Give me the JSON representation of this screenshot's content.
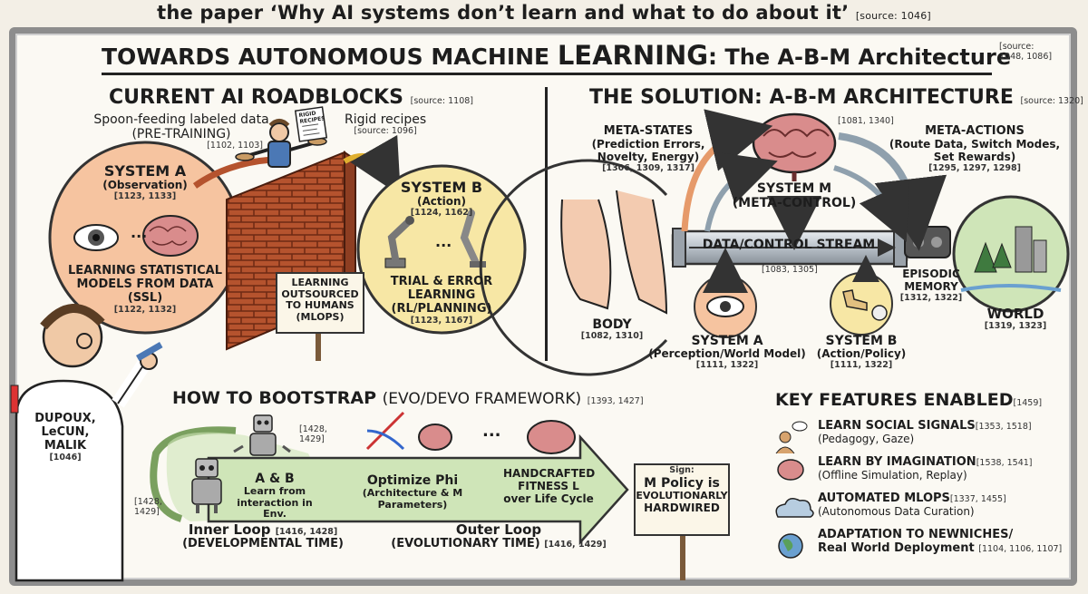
{
  "caption": {
    "text": "the paper ‘Why AI systems don’t learn and what to do about it’",
    "source": "[source: 1046]"
  },
  "title": {
    "prefix": "TOWARDS AUTONOMOUS MACHINE ",
    "emph": "LEARNING",
    "colon": ":",
    "sub": " The A-B-M Architecture",
    "source_a": "[source:",
    "source_b": "1048, 1086]"
  },
  "left": {
    "heading": "CURRENT AI ROADBLOCKS",
    "heading_src": "[source: 1108]",
    "spoon": "Spoon-feeding labeled data",
    "pretraining": "(PRE-TRAINING)",
    "spoon_cite": "[1102, 1103]",
    "rigid": "Rigid recipes",
    "rigid_src": "[source: 1096]",
    "recipe_card": "RIGID RECIPES",
    "sysA": {
      "title": "SYSTEM A",
      "sub": "(Observation)",
      "cite": "[1123, 1133]",
      "ellipsis": "...",
      "body1": "LEARNING STATISTICAL",
      "body2": "MODELS FROM DATA",
      "body3": "(SSL)",
      "cite2": "[1122, 1132]"
    },
    "sysB": {
      "title": "SYSTEM B",
      "sub": "(Action)",
      "cite": "[1124, 1162]",
      "ellipsis": "...",
      "body1": "TRIAL & ERROR",
      "body2": "LEARNING",
      "body3": "(RL/PLANNING)",
      "cite2": "[1123, 1167]"
    },
    "sign": [
      "LEARNING",
      "OUTSOURCED",
      "TO HUMANS",
      "(MLOPS)"
    ],
    "authors": [
      "DUPOUX,",
      "LeCUN,",
      "MALIK",
      "[1046]"
    ]
  },
  "right": {
    "heading": "THE SOLUTION: A-B-M ARCHITECTURE",
    "heading_src": "[source: 1320]",
    "metastates": [
      "META-STATES",
      "(Prediction Errors,",
      "Novelty, Energy)",
      "[1306, 1309, 1317]"
    ],
    "metaactions": [
      "META-ACTIONS",
      "(Route Data, Switch Modes,",
      "Set Rewards)",
      "[1295, 1297, 1298]"
    ],
    "brain_cite": "[1081, 1340]",
    "sysM": [
      "SYSTEM M",
      "(META-CONTROL)"
    ],
    "stream": "DATA/CONTROL STREAM",
    "stream_cite": "[1083, 1305]",
    "body": [
      "BODY",
      "[1082, 1310]"
    ],
    "sysA": [
      "SYSTEM A",
      "(Perception/World Model)",
      "[1111, 1322]"
    ],
    "sysB": [
      "SYSTEM B",
      "(Action/Policy)",
      "[1111, 1322]"
    ],
    "episodic": [
      "EPISODIC",
      "MEMORY",
      "[1312, 1322]"
    ],
    "world": [
      "WORLD",
      "[1319, 1323]"
    ]
  },
  "bootstrap": {
    "heading": "HOW TO BOOTSTRAP",
    "heading2": "(EVO/DEVO FRAMEWORK)",
    "heading_src": "[1393, 1427]",
    "robot_cite": [
      "[1428,",
      "1429]"
    ],
    "left_cite": [
      "[1428,",
      "1429]"
    ],
    "ab": "A & B",
    "ab_sub": [
      "Learn from",
      "interaction in Env."
    ],
    "inner": "Inner Loop",
    "inner_cite": "[1416, 1428]",
    "inner_sub": "(DEVELOPMENTAL TIME)",
    "optimize": "Optimize Phi",
    "optimize_sub": "(Architecture & M Parameters)",
    "fitness": [
      "HANDCRAFTED",
      "FITNESS L",
      "over Life Cycle"
    ],
    "outer": "Outer Loop",
    "outer_sub": "(EVOLUTIONARY TIME)",
    "outer_cite": "[1416, 1429]",
    "ellipsis": "...",
    "sign_head": "Sign:",
    "sign": [
      "M Policy is",
      "EVOLUTIONARLY",
      "HARDWIRED"
    ]
  },
  "features": {
    "heading": "KEY FEATURES ENABLED",
    "heading_src": "[1459]",
    "items": [
      {
        "title": "LEARN SOCIAL SIGNALS",
        "cite": "[1353, 1518]",
        "sub": "(Pedagogy, Gaze)",
        "icon": "social-icon"
      },
      {
        "title": "LEARN BY IMAGINATION",
        "cite": "[1538, 1541]",
        "sub": "(Offline Simulation, Replay)",
        "icon": "brain-icon"
      },
      {
        "title": "AUTOMATED MLOPS",
        "cite": "[1337, 1455]",
        "sub": "(Autonomous Data Curation)",
        "icon": "cloud-icon"
      },
      {
        "title": "ADAPTATION TO NEWNICHES/",
        "cite": "",
        "sub": "Real World Deployment",
        "cite2": "[1104, 1106, 1107]",
        "icon": "globe-icon"
      }
    ]
  },
  "colors": {
    "orange": "#f6c4a0",
    "yellow": "#f7e7a5",
    "green": "#cfe5b8",
    "brick": "#b5532e",
    "pipe": "#c9cfd6",
    "brain": "#d98c8c"
  }
}
